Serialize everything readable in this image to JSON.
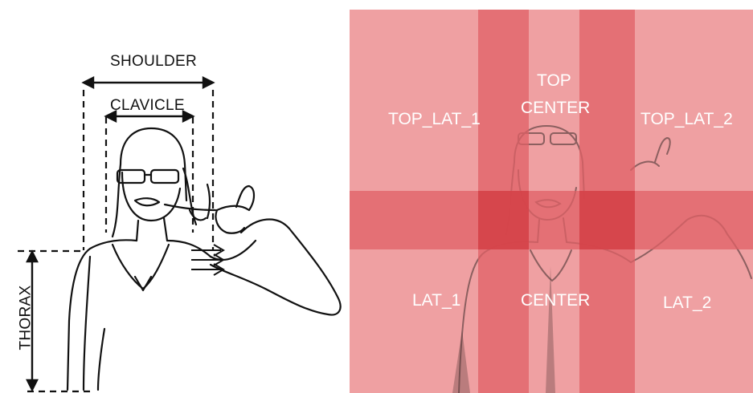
{
  "left_diagram": {
    "labels": {
      "shoulder": "SHOULDER",
      "clavicle": "CLAVICLE",
      "thorax": "THORAX"
    }
  },
  "right_diagram": {
    "zones": {
      "top_lat_1": "TOP_LAT_1",
      "top_center_line1": "TOP",
      "top_center_line2": "CENTER",
      "top_lat_2": "TOP_LAT_2",
      "lat_1": "LAT_1",
      "center": "CENTER",
      "lat_2": "LAT_2"
    },
    "colors": {
      "background": "#efa0a2",
      "band": "#e06066",
      "overlap": "#d33e45"
    }
  }
}
